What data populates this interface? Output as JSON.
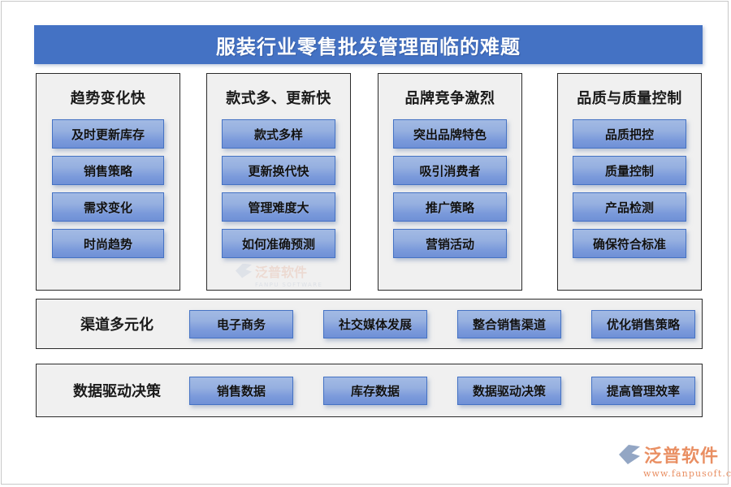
{
  "header": {
    "title": "服装行业零售批发管理面临的难题",
    "background_color": "#4472C4",
    "text_color": "#FFFFFF"
  },
  "theme": {
    "chip_border_color": "#4472C4",
    "chip_gradient_top": "#A3BAE4",
    "chip_gradient_bottom": "#6F90D6",
    "panel_background": "#F0F0F0",
    "panel_border_color": "#2B2B2B",
    "page_background": "#FFFFFF",
    "brand_accent_color": "#E98F63"
  },
  "columns": [
    {
      "title": "趋势变化快",
      "items": [
        {
          "label": "及时更新库存"
        },
        {
          "label": "销售策略"
        },
        {
          "label": "需求变化"
        },
        {
          "label": "时尚趋势"
        }
      ]
    },
    {
      "title": "款式多、更新快",
      "items": [
        {
          "label": "款式多样"
        },
        {
          "label": "更新换代快"
        },
        {
          "label": "管理难度大"
        },
        {
          "label": "如何准确预测"
        }
      ]
    },
    {
      "title": "品牌竞争激烈",
      "items": [
        {
          "label": "突出品牌特色"
        },
        {
          "label": "吸引消费者"
        },
        {
          "label": "推广策略"
        },
        {
          "label": "营销活动"
        }
      ]
    },
    {
      "title": "品质与质量控制",
      "items": [
        {
          "label": "品质把控"
        },
        {
          "label": "质量控制"
        },
        {
          "label": "产品检测"
        },
        {
          "label": "确保符合标准"
        }
      ]
    }
  ],
  "rows": [
    {
      "label": "渠道多元化",
      "items": [
        {
          "label": "电子商务"
        },
        {
          "label": "社交媒体发展"
        },
        {
          "label": "整合销售渠道"
        },
        {
          "label": "优化销售策略"
        }
      ]
    },
    {
      "label": "数据驱动决策",
      "items": [
        {
          "label": "销售数据"
        },
        {
          "label": "库存数据"
        },
        {
          "label": "数据驱动决策"
        },
        {
          "label": "提高管理效率"
        }
      ]
    }
  ],
  "watermark": {
    "name": "泛普软件",
    "subtitle": "FANPU SOFTWARE"
  },
  "brand": {
    "name": "泛普软件",
    "url": "www.fanpusoft.com"
  }
}
